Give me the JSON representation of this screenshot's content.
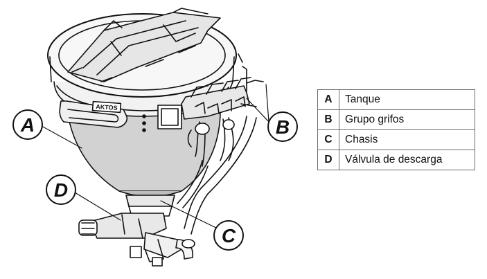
{
  "callouts": {
    "a": "A",
    "b": "B",
    "c": "C",
    "d": "D"
  },
  "tank_brand": "AKTOS",
  "legend": [
    {
      "key": "A",
      "label": "Tanque"
    },
    {
      "key": "B",
      "label": "Grupo grifos"
    },
    {
      "key": "C",
      "label": "Chasis"
    },
    {
      "key": "D",
      "label": "Válvula de descarga"
    }
  ]
}
